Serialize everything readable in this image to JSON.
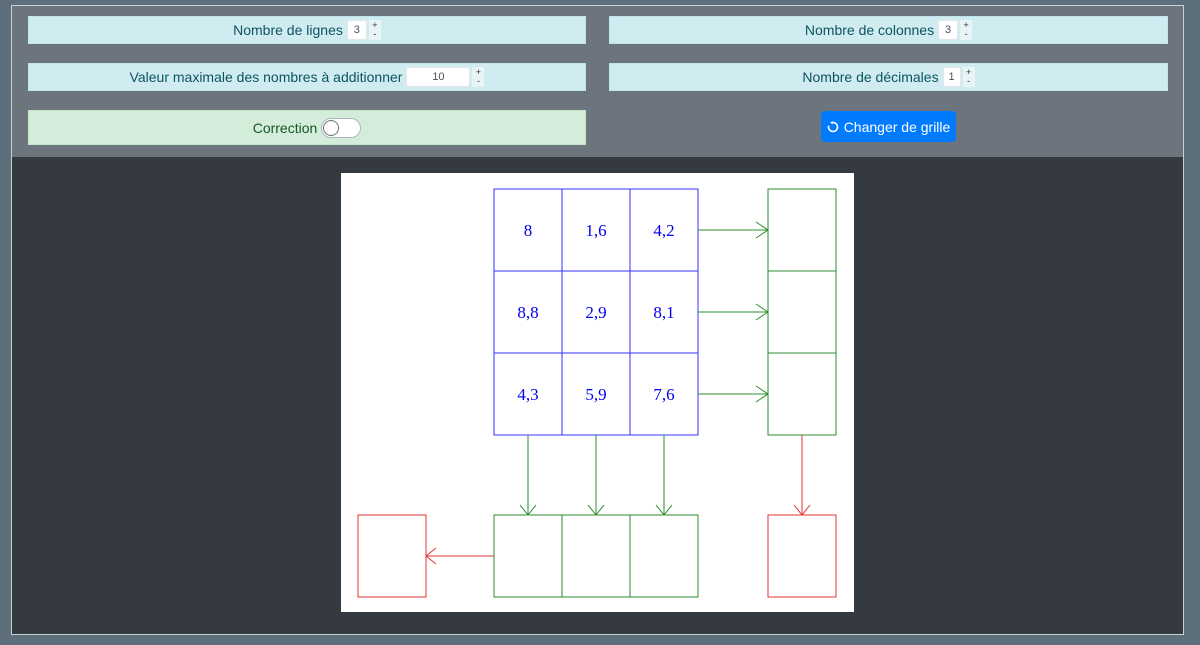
{
  "controls": {
    "lignes": {
      "label": "Nombre de lignes",
      "value": "3"
    },
    "colonnes": {
      "label": "Nombre de colonnes",
      "value": "3"
    },
    "valeur_max": {
      "label": "Valeur maximale des nombres à additionner",
      "value": "10"
    },
    "decimales": {
      "label": "Nombre de décimales",
      "value": "1"
    },
    "correction": {
      "label": "Correction"
    },
    "stepper_plus": "+",
    "stepper_minus": "-",
    "change_button": {
      "label": "Changer de grille",
      "icon": "refresh-icon"
    }
  },
  "grid": {
    "rows": [
      [
        "8",
        "1,6",
        "4,2"
      ],
      [
        "8,8",
        "2,9",
        "8,1"
      ],
      [
        "4,3",
        "5,9",
        "7,6"
      ]
    ]
  },
  "colors": {
    "grid_blue": "#0000ee",
    "grid_border": "#3333ff",
    "green": "#2e8b2e",
    "red": "#e53333",
    "button": "#007bff"
  }
}
